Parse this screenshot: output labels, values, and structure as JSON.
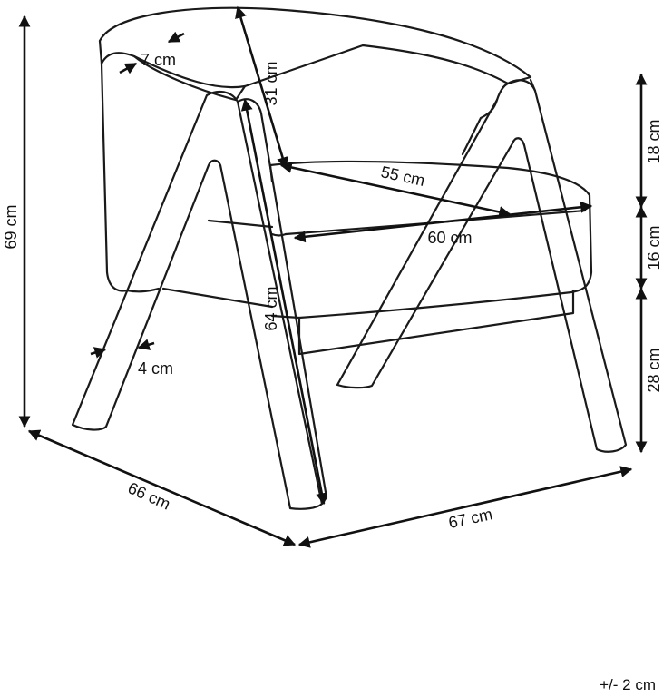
{
  "labels": {
    "height_total": "69 cm",
    "back_thickness": "7 cm",
    "back_height": "31 cm",
    "seat_depth": "55 cm",
    "seat_width": "60 cm",
    "arm_length": "64 cm",
    "leg_thickness": "4 cm",
    "depth_total": "66 cm",
    "width_total": "67 cm",
    "back_above_seat": "18 cm",
    "seat_cushion": "16 cm",
    "seat_height": "28 cm"
  },
  "tolerance_note": "+/- 2 cm"
}
